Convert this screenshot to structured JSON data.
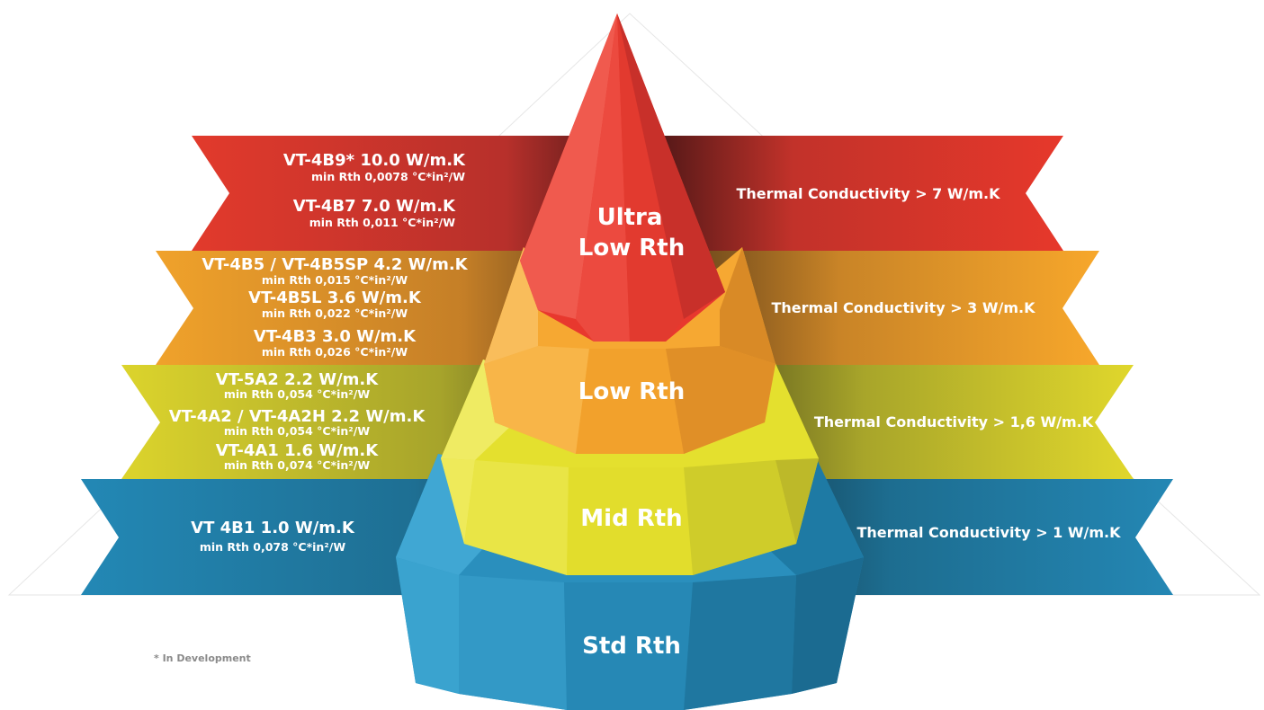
{
  "tiers": {
    "ultra": {
      "label_line1": "Ultra",
      "label_line2": "Low Rth",
      "conductivity": "Thermal Conductivity > 7 W/m.K",
      "products": [
        {
          "name": "VT-4B9*   10.0 W/m.K",
          "rth": "min Rth 0,0078   °C*in²/W"
        },
        {
          "name": "VT-4B7   7.0 W/m.K",
          "rth": "min Rth 0,011   °C*in²/W"
        }
      ]
    },
    "low": {
      "label": "Low Rth",
      "conductivity": "Thermal Conductivity > 3 W/m.K",
      "products": [
        {
          "name": "VT-4B5 / VT-4B5SP   4.2 W/m.K",
          "rth": "min Rth 0,015   °C*in²/W"
        },
        {
          "name": "VT-4B5L   3.6 W/m.K",
          "rth": "min Rth 0,022   °C*in²/W"
        },
        {
          "name": "VT-4B3   3.0 W/m.K",
          "rth": "min Rth 0,026   °C*in²/W"
        }
      ]
    },
    "mid": {
      "label": "Mid Rth",
      "conductivity": "Thermal Conductivity > 1,6 W/m.K",
      "products": [
        {
          "name": "VT-5A2   2.2 W/m.K",
          "rth": "min Rth 0,054   °C*in²/W"
        },
        {
          "name": "VT-4A2 / VT-4A2H   2.2 W/m.K",
          "rth": "min Rth 0,054   °C*in²/W"
        },
        {
          "name": "VT-4A1   1.6 W/m.K",
          "rth": "min Rth 0,074   °C*in²/W"
        }
      ]
    },
    "std": {
      "label": "Std Rth",
      "conductivity": "Thermal Conductivity > 1 W/m.K",
      "products": [
        {
          "name": "VT 4B1   1.0 W/m.K",
          "rth": "min Rth 0,078   °C*in²/W"
        }
      ]
    }
  },
  "footnote": "* In Development",
  "colors": {
    "red": "#d8332b",
    "orange": "#f2a22a",
    "yellow": "#d9d52b",
    "blue": "#2083b0"
  }
}
